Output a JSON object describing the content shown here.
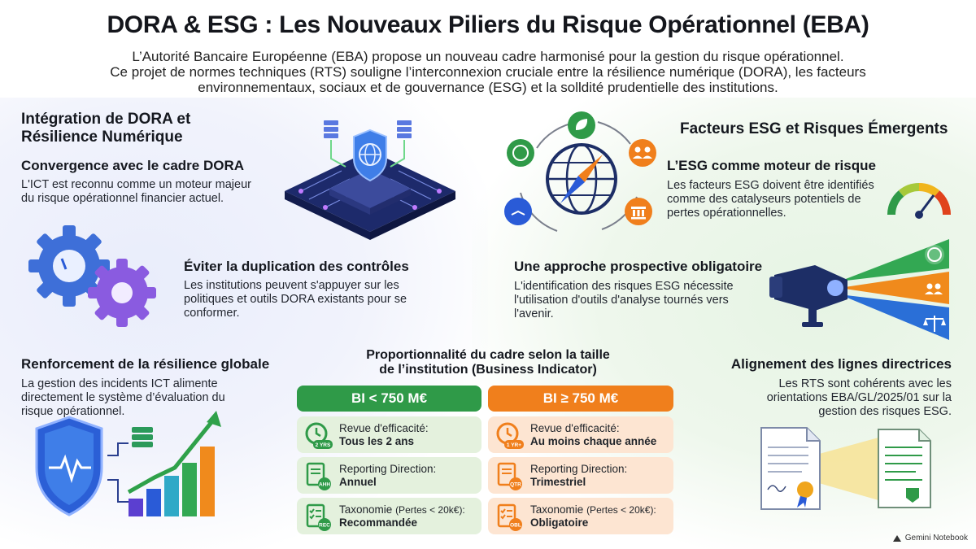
{
  "title": "DORA & ESG : Les Nouveaux Piliers du Risque Opérationnel (EBA)",
  "intro": {
    "line1": "L’Autorité Bancaire Européenne (EBA) propose un nouveau cadre harmonisé pour la gestion du risque opérationnel.",
    "line2": "Ce projet de normes techniques (RTS) souligne l’interconnexion cruciale entre la résilience numérique (DORA), les facteurs",
    "line3": "environnementaux, sociaux et de gouvernance (ESG) et la solldité prudentielle des institutions."
  },
  "left": {
    "section_title_1": "Intégration de DORA et",
    "section_title_2": "Résilience Numérique",
    "convergence": {
      "heading": "Convergence avec le cadre DORA",
      "line1": "L'ICT est reconnu comme un moteur majeur",
      "line2": "du risque opérationnel financier actuel."
    },
    "duplication": {
      "heading": "Éviter la duplication des contrôles",
      "line1": "Les institutions peuvent s'appuyer sur les",
      "line2": "politiques et outils DORA existants pour se",
      "line3": "conformer."
    },
    "resilience": {
      "heading": "Renforcement de la résilience globale",
      "line1": "La gestion des incidents ICT alimente",
      "line2": "directement le système d’évaluation du",
      "line3": "risque opérationnel."
    }
  },
  "right": {
    "section_title": "Facteurs ESG et Risques Émergents",
    "esg_driver": {
      "heading": "L’ESG comme moteur de risque",
      "line1": "Les facteurs ESG doivent être identifiés",
      "line2": "comme des catalyseurs potentiels de",
      "line3": "pertes opérationnelles."
    },
    "prospective": {
      "heading": "Une approche prospective obligatoire",
      "line1": "L'identification des risques ESG nécessite",
      "line2": "l'utilisation d'outils d'analyse tournés vers",
      "line3": "l'avenir."
    },
    "alignment": {
      "heading": "Alignement des lignes directrices",
      "line1": "Les RTS sont cohérents avec les",
      "line2": "orientations EBA/GL/2025/01 sur la",
      "line3": "gestion des risques ESG."
    }
  },
  "proportionality": {
    "title_1": "Proportionnalité du cadre selon la taille",
    "title_2": "de l’institution (Business Indicator)",
    "small": {
      "header": "BI < 750 M€",
      "review_label": "Revue d'efficacité:",
      "review_value": "Tous les 2 ans",
      "review_badge": "2 YRS",
      "reporting_label": "Reporting Direction:",
      "reporting_value": "Annuel",
      "reporting_badge": "AHH",
      "taxonomy_label": "Taxonomie",
      "taxonomy_note": "(Pertes < 20k€):",
      "taxonomy_value": "Recommandée",
      "taxonomy_badge": "REC"
    },
    "large": {
      "header": "BI ≥ 750 M€",
      "review_label": "Revue d'efficacité:",
      "review_value": "Au moins chaque année",
      "review_badge": "1 YR+",
      "reporting_label": "Reporting Direction:",
      "reporting_value": "Trimestriel",
      "reporting_badge": "QTR",
      "taxonomy_label": "Taxonomie",
      "taxonomy_note": "(Pertes < 20k€):",
      "taxonomy_value": "Obligatoire",
      "taxonomy_badge": "OBL"
    }
  },
  "footer": {
    "brand": "Gemini Notebook"
  },
  "colors": {
    "green": "#2f9a48",
    "orange": "#f07f1c",
    "blue": "#2a5bd7",
    "purple": "#7a4fd6"
  }
}
